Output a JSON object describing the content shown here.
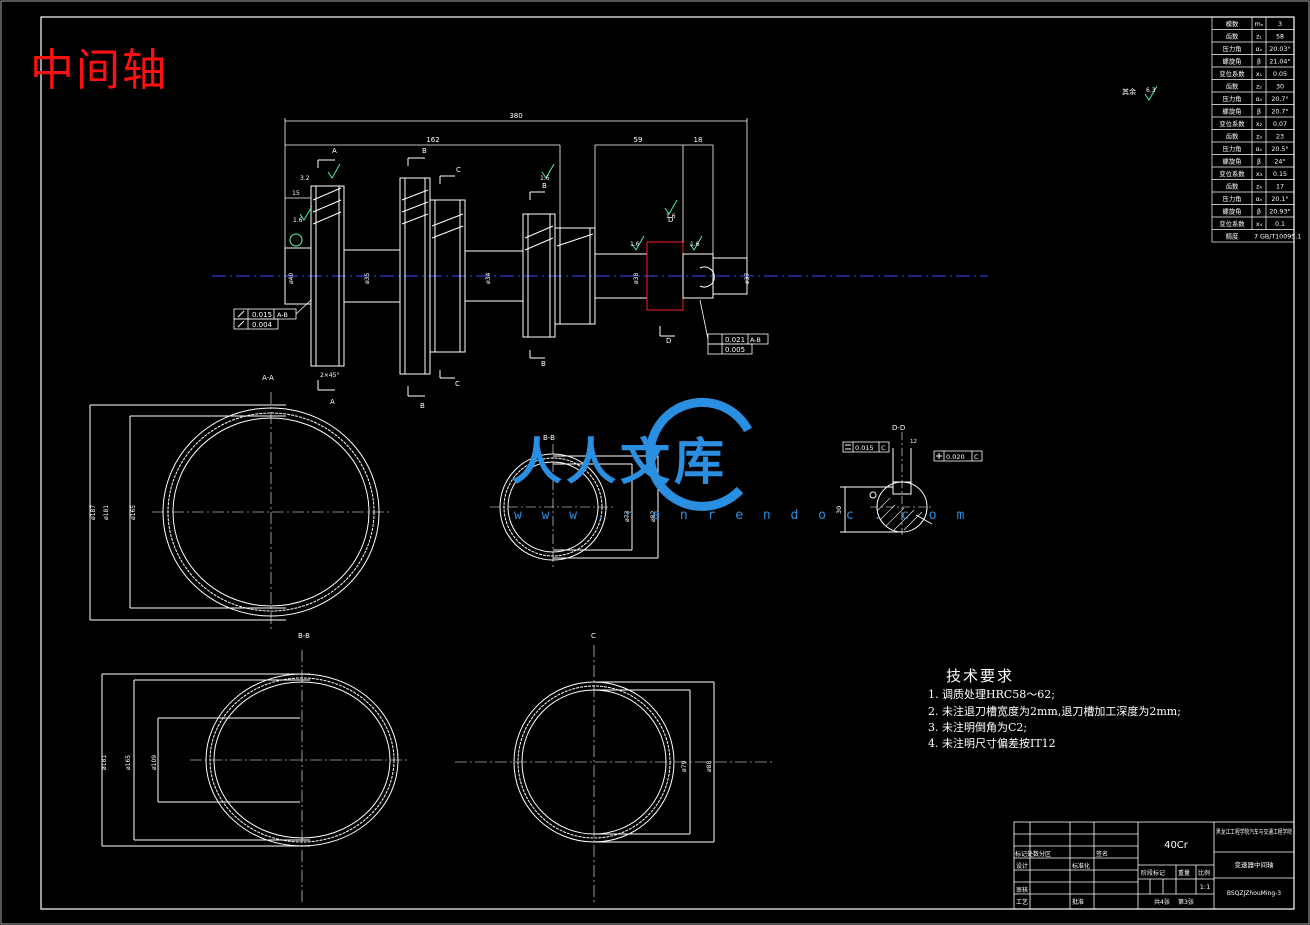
{
  "drawing": {
    "title": "中间轴",
    "dimensions": {
      "overall_length": "380",
      "segment_162": "162",
      "segment_59": "59",
      "segment_18": "18",
      "left_15": "15",
      "dia_40": "ø40",
      "dia_35": "ø35",
      "dia_34": "ø34",
      "dia_38": "ø38",
      "dia_37": "ø37"
    },
    "tolerances": {
      "left_runout": "0.015",
      "left_datum": "A-B",
      "left_cyl": "0.004",
      "right_runout": "0.021",
      "right_datum": "A-B",
      "right_cyl": "0.005",
      "dd_parallel": "0.015",
      "dd_parallel_datum": "C",
      "dd_symm": "0.020",
      "dd_symm_datum": "C"
    },
    "roughness": {
      "r1": "1.6",
      "r2": "3.2",
      "r3": "1.6",
      "r4": "1.6",
      "r5": "1.6",
      "r6": "1.6",
      "rest": "其余",
      "rest_val": "6.3"
    },
    "section_labels": {
      "a": "A",
      "b": "B",
      "c": "C",
      "d": "D",
      "aa": "A-A",
      "bb": "B-B",
      "bb2": "B-B",
      "cc": "C",
      "dd": "D-D",
      "chamfer": "2×45°"
    },
    "section_dims": {
      "aa_outer": "ø187",
      "aa_inner": "ø181",
      "aa_root": "ø165",
      "bb_outer": "ø82",
      "bb_inner": "ø73",
      "b2_outer": "ø181",
      "b2_inner": "ø165",
      "b2_root": "ø109",
      "c_outer": "ø88",
      "c_inner": "ø79",
      "dd_width": "30",
      "dd_depth": "12"
    },
    "tech_requirements": {
      "title": "技术要求",
      "items": [
        "1. 调质处理HRC58～62;",
        "2. 未注退刀槽宽度为2mm,退刀槽加工深度为2mm;",
        "3. 未注明倒角为C2;",
        "4. 未注明尺寸偏差按IT12"
      ]
    },
    "gear_table": [
      [
        "模数",
        "mₙ",
        "3"
      ],
      [
        "齿数",
        "z₁",
        "58"
      ],
      [
        "压力角",
        "αₙ",
        "20.03°"
      ],
      [
        "螺旋角",
        "β",
        "21.04°"
      ],
      [
        "变位系数",
        "x₁",
        "0.05"
      ],
      [
        "齿数",
        "z₂",
        "30"
      ],
      [
        "压力角",
        "αₙ",
        "20.7°"
      ],
      [
        "螺旋角",
        "β",
        "20.7°"
      ],
      [
        "变位系数",
        "x₂",
        "0.07"
      ],
      [
        "齿数",
        "z₃",
        "23"
      ],
      [
        "压力角",
        "αₙ",
        "20.5°"
      ],
      [
        "螺旋角",
        "β",
        "24°"
      ],
      [
        "变位系数",
        "x₃",
        "0.15"
      ],
      [
        "齿数",
        "z₄",
        "17"
      ],
      [
        "压力角",
        "αₙ",
        "20.1°"
      ],
      [
        "螺旋角",
        "β",
        "20.93°"
      ],
      [
        "变位系数",
        "x₄",
        "0.1"
      ],
      [
        "精度",
        "7 GB/T10095.1",
        ""
      ]
    ],
    "title_block": {
      "material": "40Cr",
      "school": "黑龙江工程学院汽车与交通工程学院",
      "part_name": "变速器中间轴",
      "drawing_no": "BSQZJZhouMing-3",
      "scale": "1:1",
      "sheets": "共4张",
      "sheet_no": "第3张",
      "rev": "标记处数分区",
      "sign": "签名",
      "design": "设计",
      "standard": "标准化",
      "stage": "阶段标记",
      "weight": "重量",
      "ratio": "比例",
      "check": "审核",
      "process": "工艺",
      "approve": "批准"
    },
    "watermark": {
      "cn": "人人文库",
      "url": "w w w . r e n r e n d o c . c o m"
    }
  }
}
